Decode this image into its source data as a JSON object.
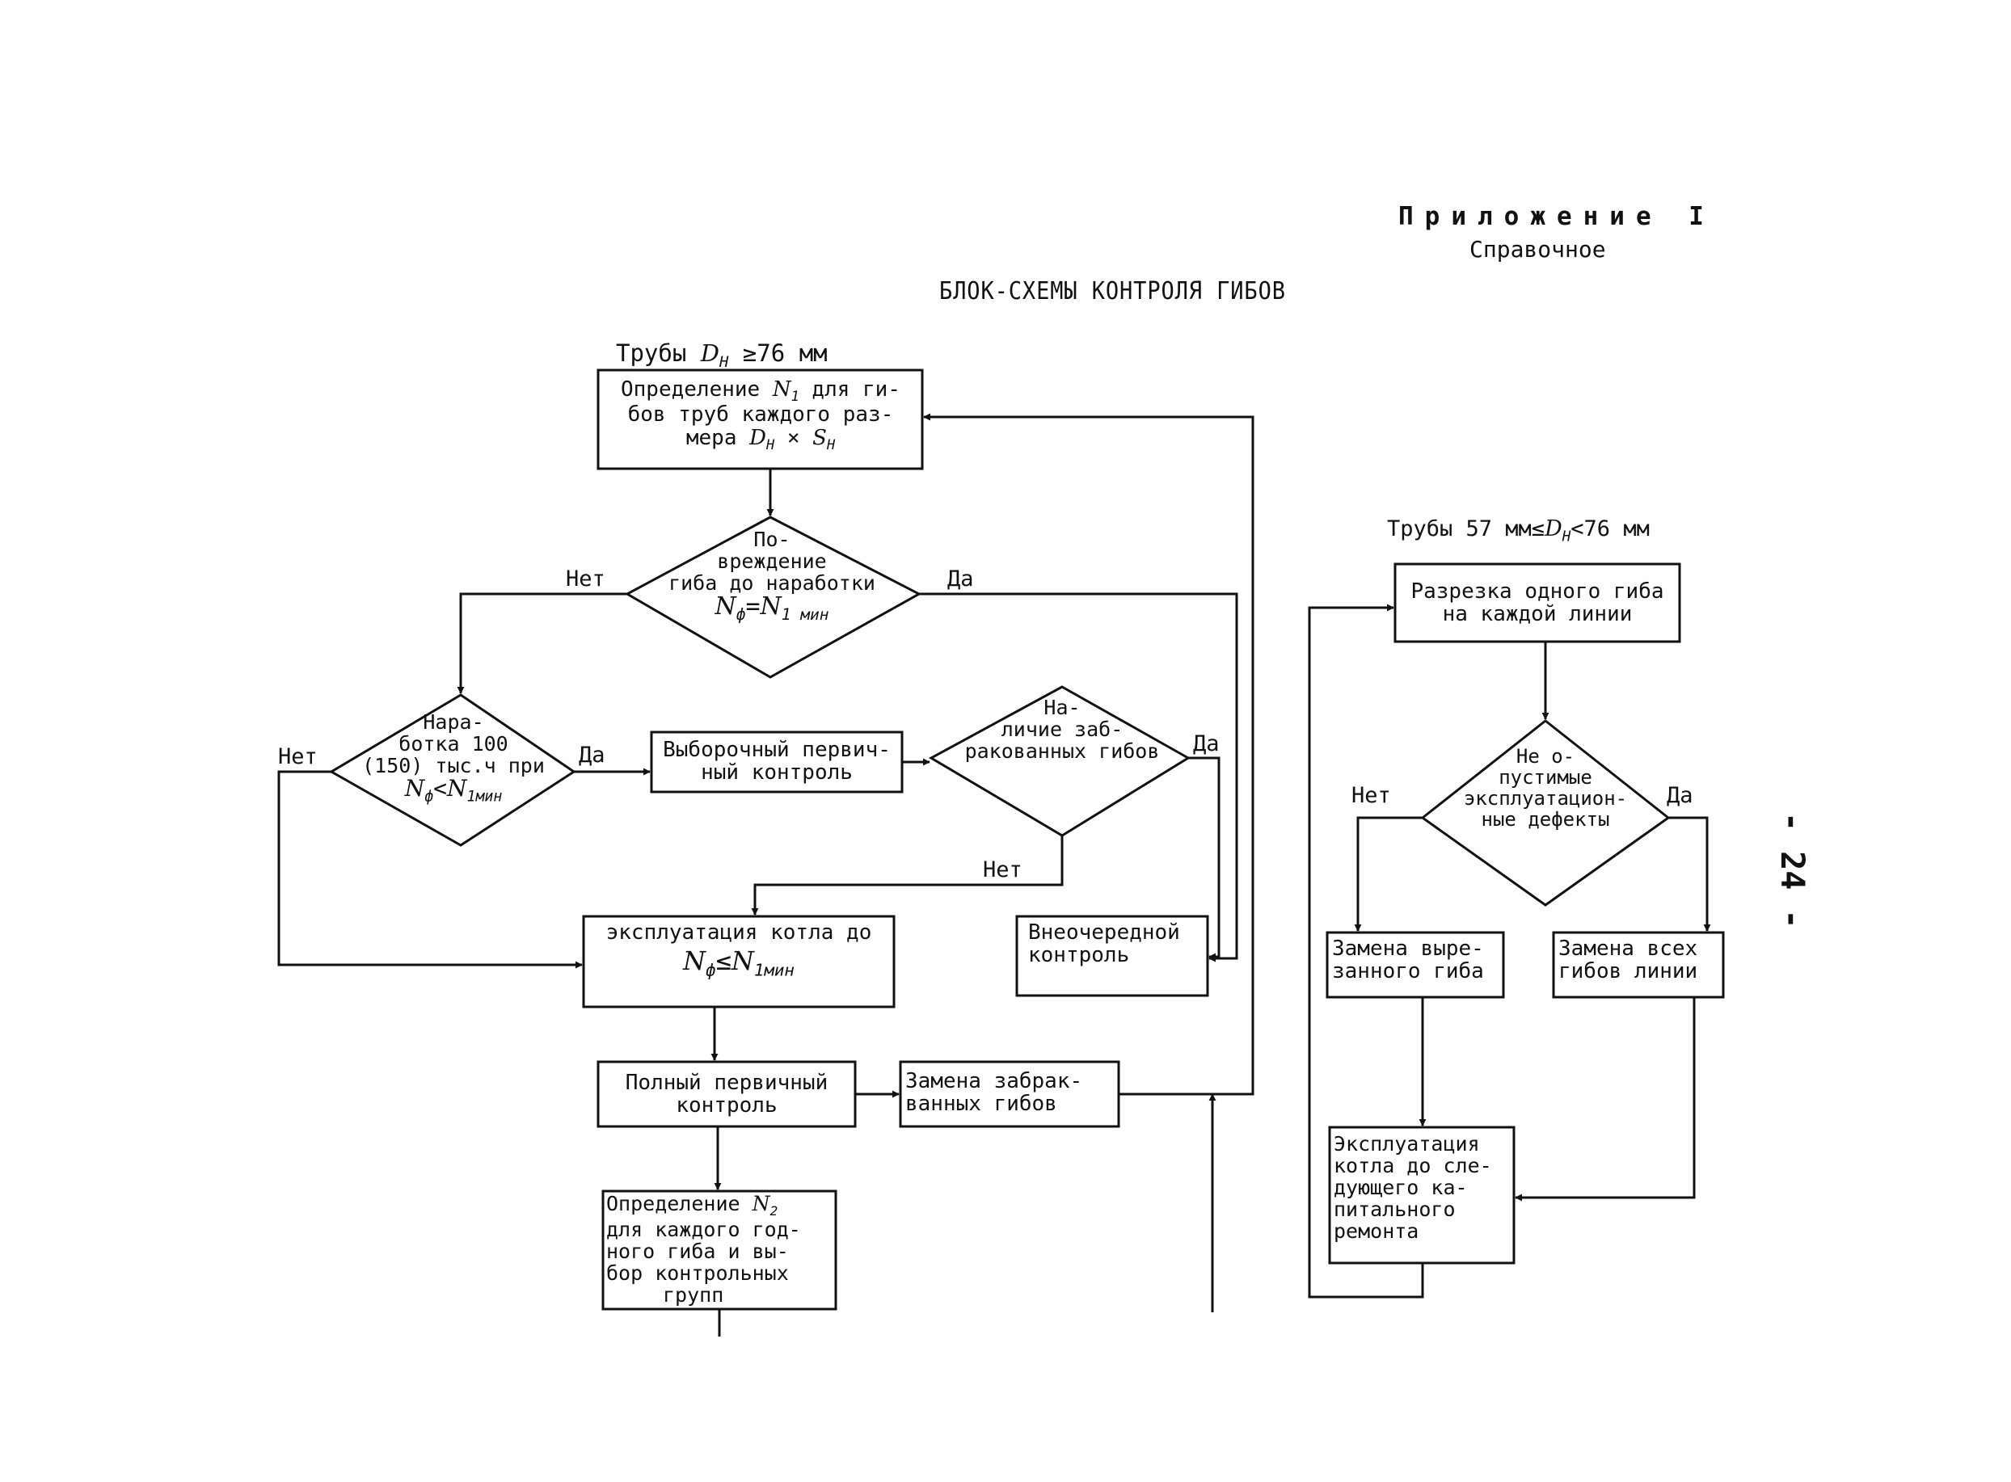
{
  "header": {
    "appendix": "Приложение I",
    "reference": "Справочное",
    "title": "БЛОК-СХЕМЫ КОНТРОЛЯ ГИБОВ"
  },
  "page_number": "- 24 -",
  "left_chart": {
    "input": {
      "prefix": "Трубы ",
      "symbol": "D",
      "sub": "Н",
      "rest": " ≥76 мм"
    },
    "box_n1": {
      "l1": "Определение ",
      "sym": "N",
      "sub": "1",
      "l1b": " для ги-",
      "l2": "бов труб каждого раз-",
      "l3": "мера ",
      "d": "D",
      "dsub": "Н",
      "x": " × ",
      "s": "S",
      "ssub": "Н"
    },
    "diamond_damage": {
      "l1": "По-",
      "l2": "вреждение",
      "l3": "гиба до наработки",
      "f1": "N",
      "f1sub": "ф",
      "eq": "=",
      "f2": "N",
      "f2sub": "1 мин"
    },
    "diamond_run": {
      "l1": "Нара-",
      "l2": "ботка 100",
      "l3": "(150) тыс.ч  при",
      "f1": "N",
      "f1sub": "ф",
      "lt": "<",
      "f2": "N",
      "f2sub": "1мин"
    },
    "box_sample": {
      "l1": "Выборочный первич-",
      "l2": "ный контроль"
    },
    "diamond_rejected": {
      "l1": "На-",
      "l2": "личие заб-",
      "l3": "ракованных гибов"
    },
    "box_extra": {
      "l1": "Внеочередной",
      "l2": "контроль"
    },
    "box_operation": {
      "l1": "эксплуатация котла до",
      "f1": "N",
      "f1sub": "ф",
      "le": "≤",
      "f2": "N",
      "f2sub": "1мин"
    },
    "box_full": {
      "l1": "Полный первичный",
      "l2": "контроль"
    },
    "box_replace": {
      "l1": "Замена забрак-",
      "l2": "ванных гибов"
    },
    "box_n2": {
      "l1": "Определение ",
      "sym": "N",
      "sub": "2",
      "l2": "для каждого год-",
      "l3": "ного гиба и вы-",
      "l4": "бор контрольных",
      "l5": "групп"
    },
    "labels": {
      "no1": "Нет",
      "yes1": "Да",
      "no2": "Нет",
      "yes2": "Да",
      "yes3": "Да",
      "no3": "Нет"
    }
  },
  "right_chart": {
    "input": {
      "prefix": "Трубы 57 мм≤",
      "symbol": "D",
      "sub": "Н",
      "rest": "<76 мм"
    },
    "box_cut": {
      "l1": "Разрезка одного гиба",
      "l2": "на каждой линии"
    },
    "diamond_defects": {
      "l1": "Не  о-",
      "l2": "пустимые",
      "l3": "эксплуатацион-",
      "l4": "ные  дефекты"
    },
    "box_replace_one": {
      "l1": "Замена выре-",
      "l2": "занного гиба"
    },
    "box_replace_all": {
      "l1": "Замена всех",
      "l2": "гибов линии"
    },
    "box_operation": {
      "l1": "Эксплуатация",
      "l2": "котла до сле-",
      "l3": "дующего ка-",
      "l4": "питального",
      "l5": "ремонта"
    },
    "labels": {
      "no": "Нет",
      "yes": "Да"
    }
  }
}
